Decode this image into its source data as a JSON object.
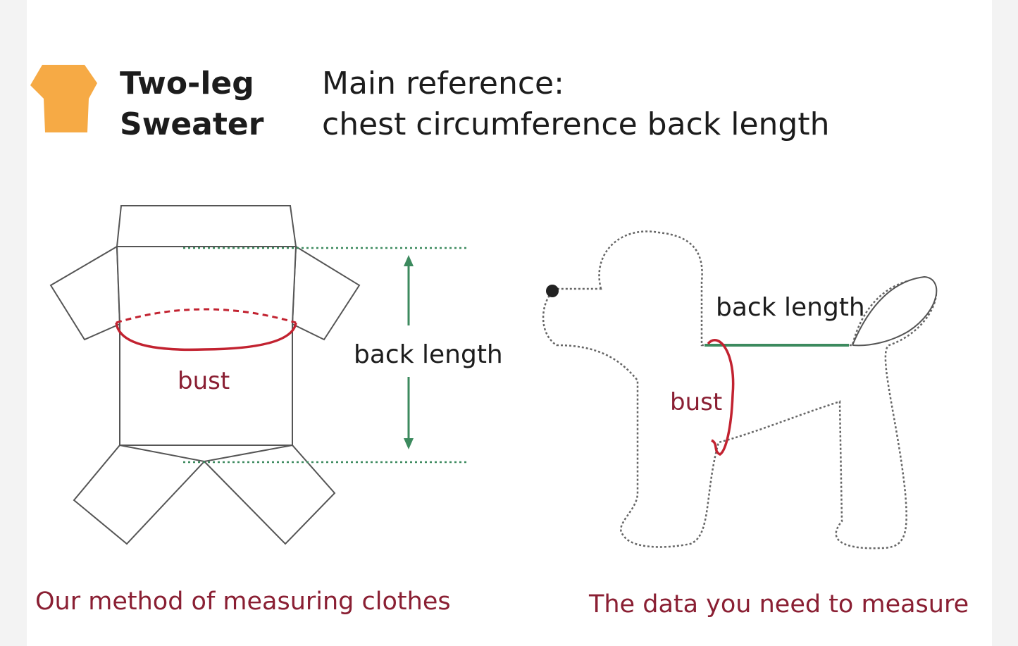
{
  "header": {
    "icon": "sweater-icon",
    "accent_color": "#F6AA45",
    "title_line1": "Two-leg",
    "title_line2": "Sweater",
    "reference_line1": "Main reference:",
    "reference_line2": "chest circumference back length"
  },
  "clothes_diagram": {
    "bust_label": "bust",
    "back_length_label": "back length",
    "caption": "Our method of measuring clothes"
  },
  "dog_diagram": {
    "back_length_label": "back length",
    "bust_label": "bust",
    "caption": "The data you need to measure"
  },
  "colors": {
    "bust": "#C22230",
    "back_length": "#3C8A5E",
    "caption_text": "#8A1F33",
    "outline": "#555555"
  }
}
